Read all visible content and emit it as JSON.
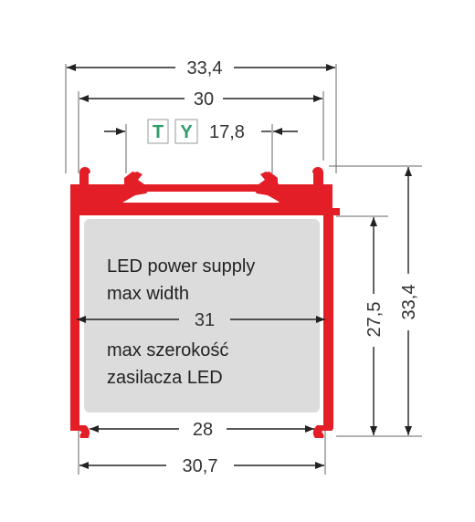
{
  "dimensions": {
    "outer_width": "33,4",
    "inner_top_width": "30",
    "slot_width": "17,8",
    "led_supply_width": "31",
    "bottom_inner_width": "28",
    "bottom_outer_width": "30,7",
    "inner_height": "27,5",
    "outer_height": "33,4"
  },
  "badges": {
    "t": "T",
    "y": "Y"
  },
  "labels": {
    "en_line1": "LED power supply",
    "en_line2": "max width",
    "pl_line1": "max szerokość",
    "pl_line2": "zasilacza LED"
  },
  "colors": {
    "profile": "#e41e26",
    "cavity": "#dcdcdc",
    "badge": "#2f9e6b"
  }
}
